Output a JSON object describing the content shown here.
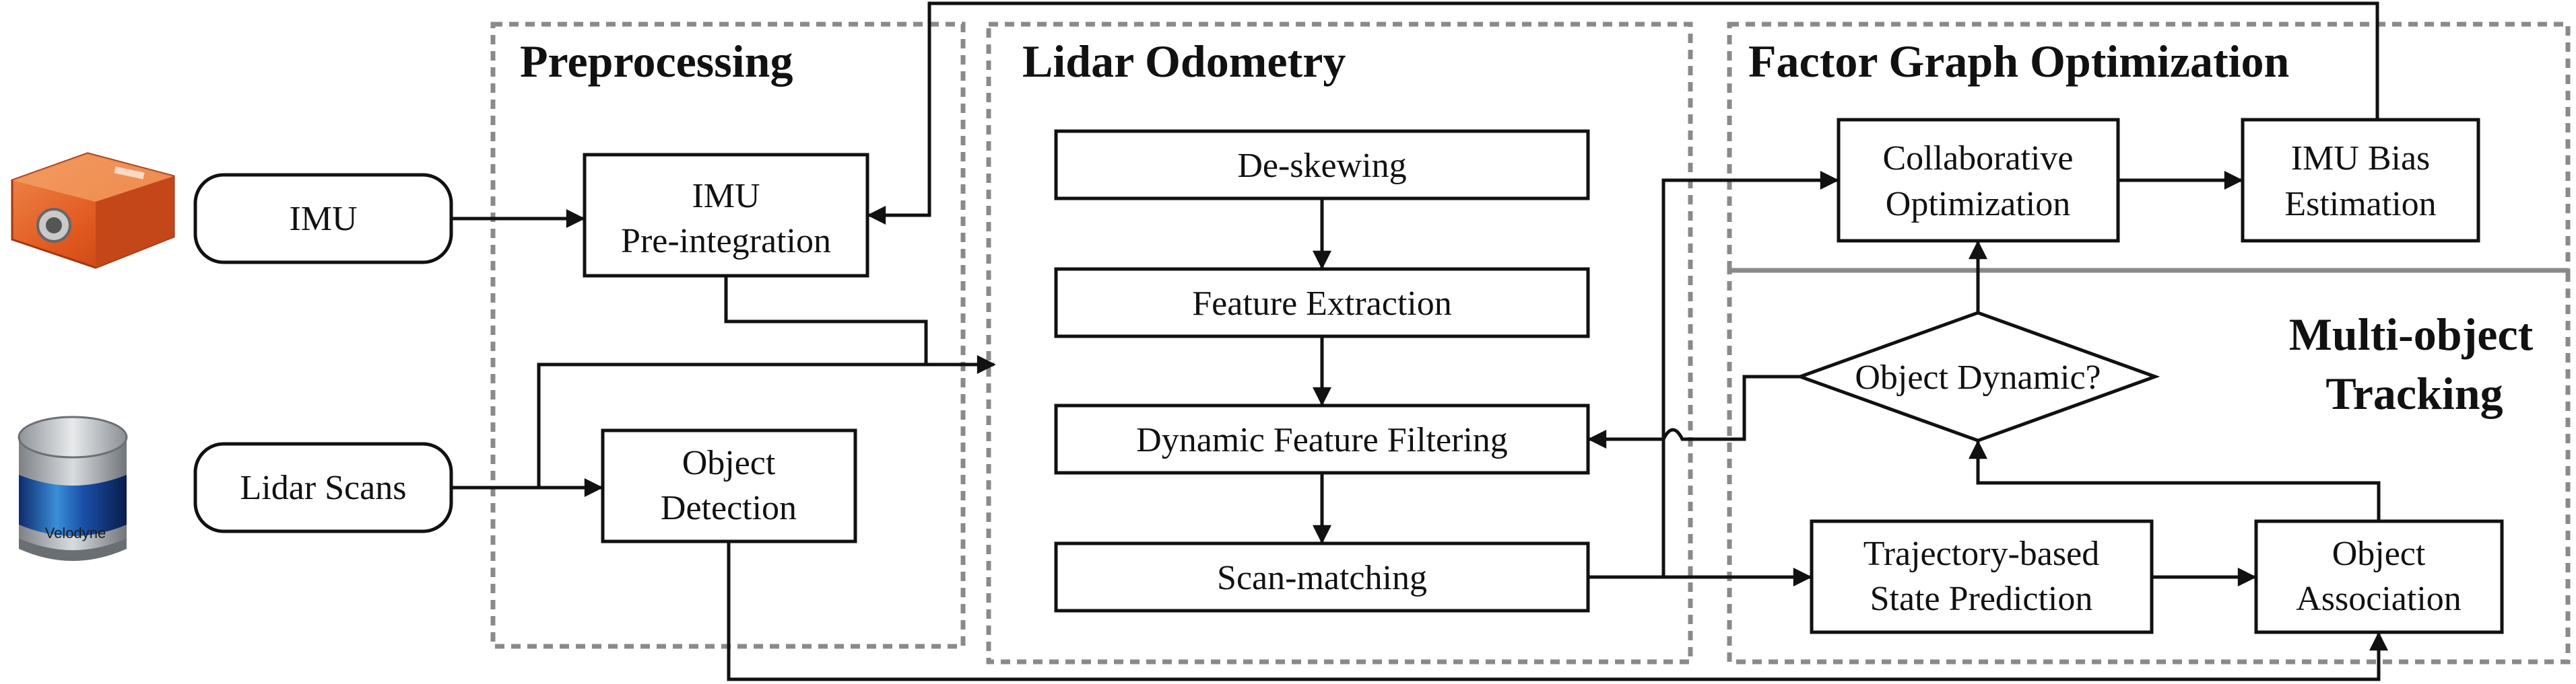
{
  "regions": {
    "preprocessing": "Preprocessing",
    "lidar_odometry": "Lidar Odometry",
    "factor_graph": "Factor Graph Optimization",
    "multi_object_tracking": [
      "Multi-object",
      "Tracking"
    ]
  },
  "inputs": {
    "imu": "IMU",
    "lidar_scans": "Lidar Scans"
  },
  "images": {
    "imu_device": "imu-sensor",
    "lidar_device": "lidar-sensor",
    "lidar_brand": "Velodyne"
  },
  "nodes": {
    "imu_preintegration": [
      "IMU",
      "Pre-integration"
    ],
    "object_detection": [
      "Object",
      "Detection"
    ],
    "de_skewing": "De-skewing",
    "feature_extraction": "Feature Extraction",
    "dynamic_feature_filtering": "Dynamic Feature Filtering",
    "scan_matching": "Scan-matching",
    "collaborative_optimization": [
      "Collaborative",
      "Optimization"
    ],
    "imu_bias_estimation": [
      "IMU Bias",
      "Estimation"
    ],
    "object_dynamic": "Object Dynamic?",
    "trajectory_state_prediction": [
      "Trajectory-based",
      "State Prediction"
    ],
    "object_association": [
      "Object",
      "Association"
    ]
  },
  "colors": {
    "line": "#111111",
    "dash": "#8a8a8a",
    "imu_orange": "#e2602a"
  }
}
